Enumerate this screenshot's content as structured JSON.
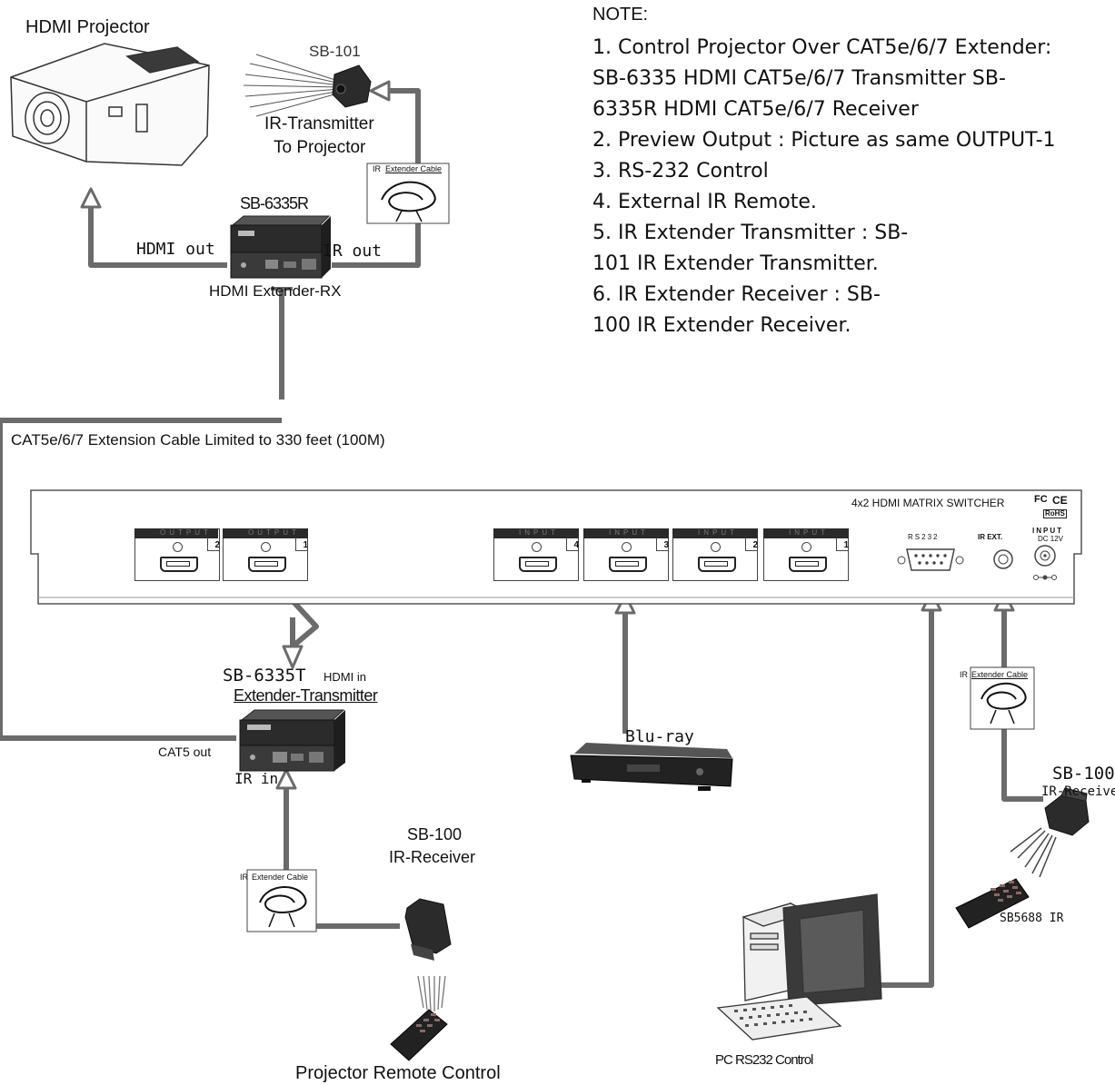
{
  "projector": {
    "title": "HDMI Projector"
  },
  "ir_transmitter": {
    "model": "SB-101",
    "label_line1": "IR-Transmitter",
    "label_line2": "To Projector"
  },
  "ir_cables": [
    {
      "prefix": "IR",
      "label": "Extender Cable"
    },
    {
      "prefix": "IR",
      "label": "Extender Cable"
    },
    {
      "prefix": "IR",
      "label": "Extender Cable"
    }
  ],
  "receiver_unit": {
    "model": "SB-6335R",
    "hdmi_out": "HDMI out",
    "ir_out": "IR out",
    "caption": "HDMI Extender-RX"
  },
  "cat_cable": {
    "label": "CAT5e/6/7 Extension Cable Limited to 330 feet (100M)"
  },
  "notes": {
    "heading": "NOTE:",
    "lines": [
      "1.  Control Projector Over CAT5e/6/7 Extender:",
      "SB-6335 HDMI CAT5e/6/7 Transmitter SB-",
      "6335R HDMI CAT5e/6/7 Receiver",
      "2.  Preview Output : Picture as same OUTPUT-1",
      "3.  RS-232 Control",
      "4.  External IR Remote.",
      "5.  IR Extender Transmitter : SB-",
      "101 IR Extender Transmitter.",
      "6.  IR Extender Receiver : SB-",
      "100 IR Extender Receiver."
    ]
  },
  "matrix": {
    "title": "4x2 HDMI MATRIX SWITCHER",
    "ports": [
      {
        "label": "OUTPUT",
        "num": "2"
      },
      {
        "label": "OUTPUT",
        "num": "1"
      },
      {
        "label": "INPUT",
        "num": "4"
      },
      {
        "label": "INPUT",
        "num": "3"
      },
      {
        "label": "INPUT",
        "num": "2"
      },
      {
        "label": "INPUT",
        "num": "1"
      }
    ],
    "rs232": "RS232",
    "ir_ext": "IR EXT.",
    "power_label": "INPUT",
    "power_spec": "DC 12V",
    "cert_fc": "FC",
    "cert_ce": "CE",
    "cert_rohs": "RoHS"
  },
  "transmitter_unit": {
    "model": "SB-6335T",
    "hdmi_in": "HDMI in",
    "caption": "Extender-Transmitter",
    "cat5_out": "CAT5 out",
    "ir_in": "IR in"
  },
  "bluray": {
    "label": "Blu-ray"
  },
  "ir_receiver_left": {
    "model": "SB-100",
    "label": "IR-Receiver"
  },
  "ir_receiver_right": {
    "model": "SB-100",
    "label": "IR-Receiver"
  },
  "remote_left": {
    "caption": "Projector Remote Control"
  },
  "remote_right": {
    "caption": "SB5688 IR"
  },
  "pc": {
    "caption": "PC RS232 Control"
  },
  "colors": {
    "cable": "#6b6b6b",
    "device_dark": "#2b2b2b",
    "port_header": "#2a2a2a"
  }
}
